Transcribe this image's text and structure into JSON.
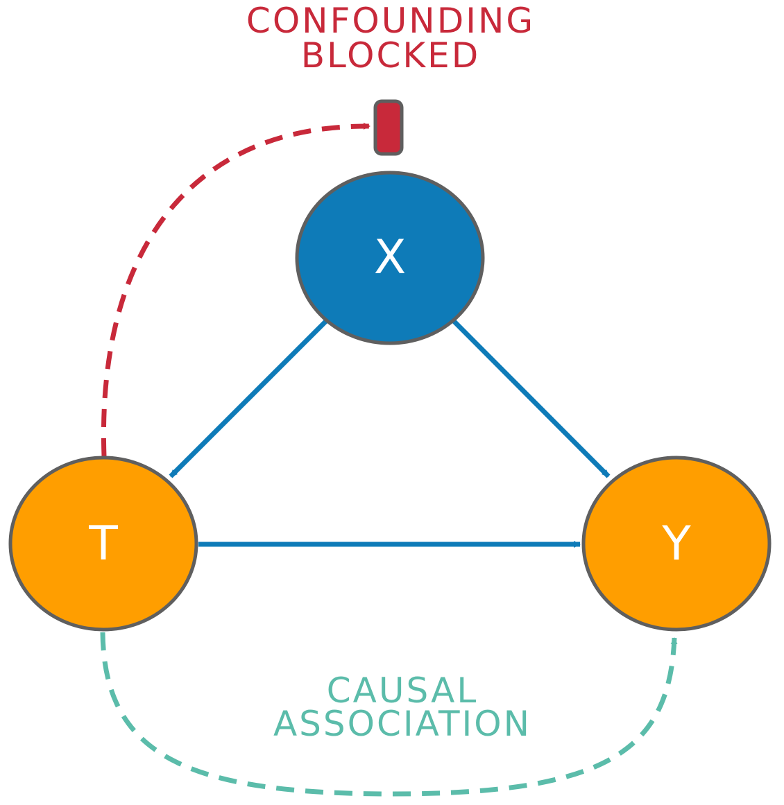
{
  "nodes": {
    "x": {
      "label": "X",
      "fill": "#0e7bb8"
    },
    "t": {
      "label": "T",
      "fill": "#ff9e00"
    },
    "y": {
      "label": "Y",
      "fill": "#ff9e00"
    }
  },
  "annotations": {
    "confounding": {
      "lines": [
        "CONFOUNDING",
        "BLOCKED"
      ],
      "color": "#c8293a"
    },
    "causal": {
      "lines": [
        "CAUSAL",
        "ASSOCIATION"
      ],
      "color": "#5bbcaa"
    }
  },
  "colors": {
    "edge": "#0e7bb8",
    "node_stroke": "#5f5f5f",
    "blocker": "#c8293a"
  }
}
